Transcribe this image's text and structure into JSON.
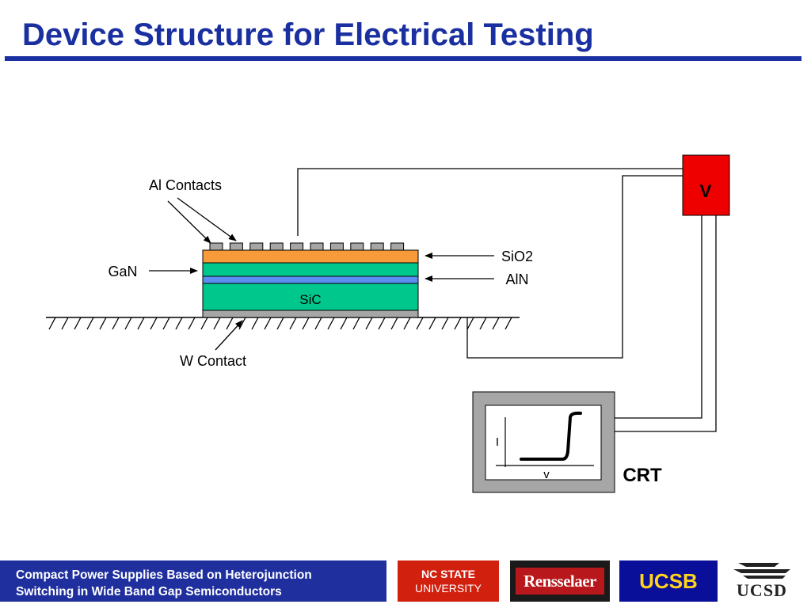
{
  "slide": {
    "title": "Device Structure for Electrical Testing"
  },
  "diagram": {
    "labels": {
      "al_contacts": "Al Contacts",
      "gan": "GaN",
      "sio2": "SiO2",
      "aln": "AlN",
      "sic": "SiC",
      "w_contact": "W Contact",
      "voltmeter": "V",
      "crt": "CRT",
      "axis_i": "I",
      "axis_v": "v"
    },
    "colors": {
      "sio2": "#f79a3a",
      "gan": "#00c78c",
      "aln": "#5b8ef0",
      "sic": "#00c78c",
      "contacts": "#a6a6a6",
      "voltmeter": "#ee0000",
      "crt_frame": "#a6a6a6"
    }
  },
  "footer": {
    "line1": "Compact Power Supplies Based on Heterojunction",
    "line2": "Switching in Wide Band Gap Semiconductors",
    "logos": {
      "ncstate_line1": "NC STATE",
      "ncstate_line2": "UNIVERSITY",
      "rensselaer": "Rensselaer",
      "ucsb": "UCSB",
      "ucsd": "UCSD"
    }
  }
}
